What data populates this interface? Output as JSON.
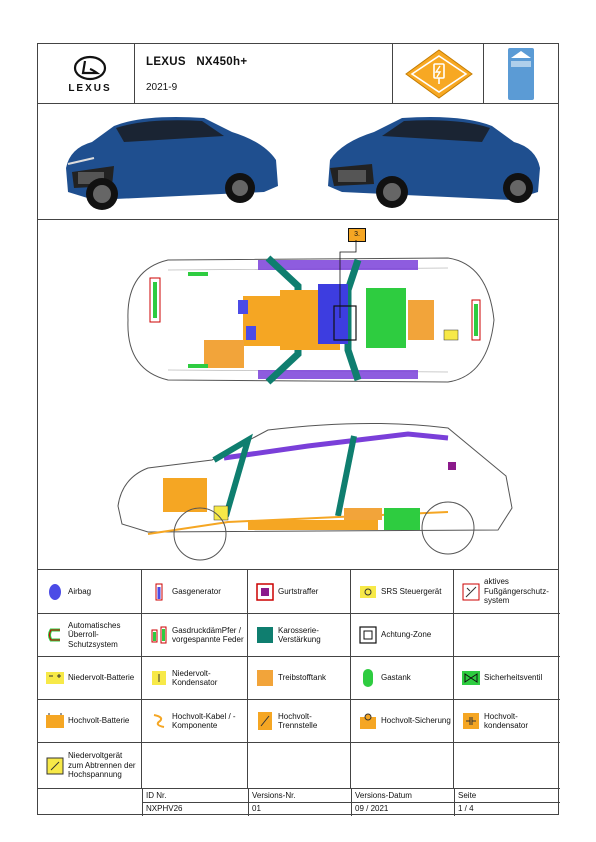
{
  "header": {
    "brand_logo": "LEXUS",
    "title": "LEXUS   NX450h+",
    "date": "2021-9",
    "icons": [
      "high-voltage-plug-icon",
      "fuel-tank-icon"
    ]
  },
  "legend": [
    {
      "label": "Airbag",
      "icon": "airbag-icon"
    },
    {
      "label": "Gasgenerator",
      "icon": "gas-generator-icon"
    },
    {
      "label": "Gurtstraffer",
      "icon": "seatbelt-tensioner-icon"
    },
    {
      "label": "SRS Steuergerät",
      "icon": "srs-control-unit-icon"
    },
    {
      "label": "aktives Fußgängerschutz-system",
      "icon": "pedestrian-protection-icon"
    },
    {
      "label": "Automatisches Überroll-Schutzsystem",
      "icon": "rollover-protection-icon"
    },
    {
      "label": "GasdruckdämPfer / vorgespannte Feder",
      "icon": "gas-strut-icon"
    },
    {
      "label": "Karosserie-Verstärkung",
      "icon": "body-reinforcement-icon"
    },
    {
      "label": "Achtung-Zone",
      "icon": "caution-zone-icon"
    },
    {
      "label": "",
      "icon": ""
    },
    {
      "label": "Niedervolt-Batterie",
      "icon": "low-voltage-battery-icon"
    },
    {
      "label": "Niedervolt-Kondensator",
      "icon": "low-voltage-capacitor-icon"
    },
    {
      "label": "Treibstofftank",
      "icon": "fuel-tank-legend-icon"
    },
    {
      "label": "Gastank",
      "icon": "gas-tank-icon"
    },
    {
      "label": "Sicherheitsventil",
      "icon": "safety-valve-icon"
    },
    {
      "label": "Hochvolt-Batterie",
      "icon": "high-voltage-battery-icon"
    },
    {
      "label": "Hochvolt-Kabel / -Komponente",
      "icon": "high-voltage-cable-icon"
    },
    {
      "label": "Hochvolt-Trennstelle",
      "icon": "high-voltage-disconnect-icon"
    },
    {
      "label": "Hochvolt-Sicherung",
      "icon": "high-voltage-fuse-icon"
    },
    {
      "label": "Hochvolt-kondensator",
      "icon": "high-voltage-capacitor-icon"
    },
    {
      "label": "Niedervoltgerät zum Abtrennen der Hochspannung",
      "icon": "low-voltage-cutoff-device-icon"
    }
  ],
  "diagram": {
    "callout": "3."
  },
  "footer": {
    "headers": [
      "ID Nr.",
      "Versions-Nr.",
      "Versions-Datum",
      "Seite"
    ],
    "values": [
      "NXPHV26",
      "01",
      "09 / 2021",
      "1 / 4"
    ]
  },
  "colors": {
    "airbag": "#4b4be6",
    "reinforcement": "#0f7e6f",
    "hv_battery": "#f5a623",
    "fuel_tank": "#f2a43a",
    "gas_tank": "#2ecc40",
    "low_voltage": "#f7e948",
    "hv_label": "#f7a823",
    "fuel_label": "#5b9bd5"
  }
}
